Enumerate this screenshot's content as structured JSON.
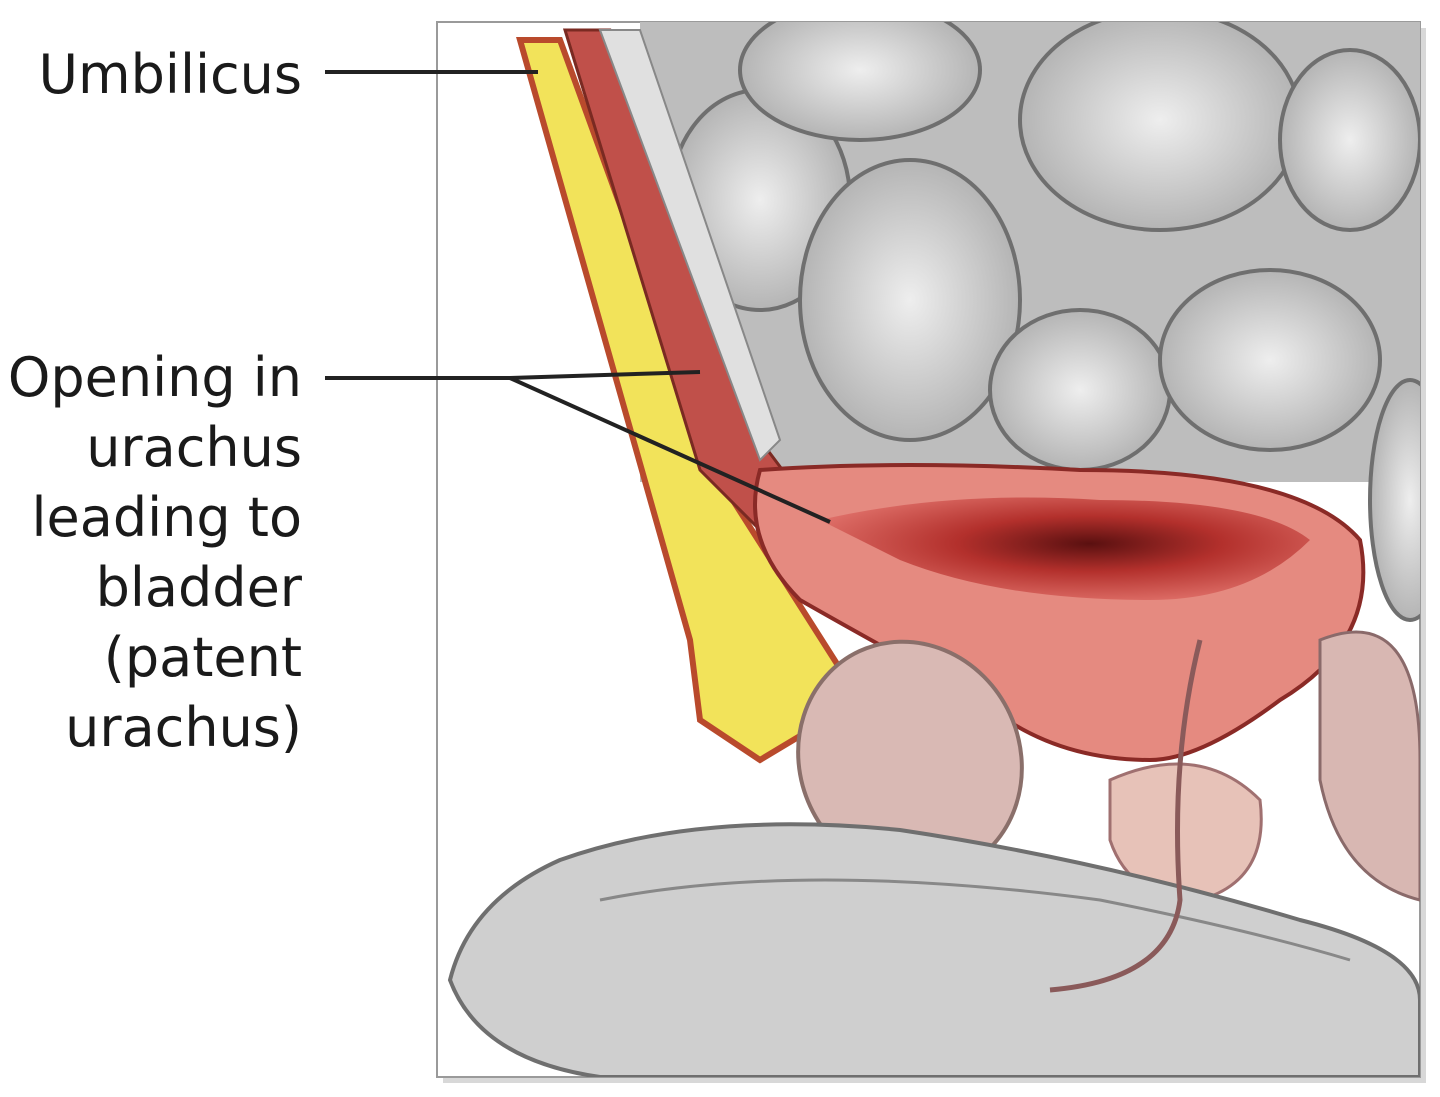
{
  "labels": {
    "umbilicus": "Umbilicus",
    "opening": [
      "Opening in",
      "urachus",
      "leading to",
      "bladder",
      "(patent",
      "urachus)"
    ]
  },
  "colors": {
    "tissue_gray": "#c8c8c8",
    "bladder_red": "#c9423f",
    "fat_yellow": "#f2e35a",
    "bone_pink": "#d9b9b4",
    "frame_border": "#9a9a9a"
  }
}
